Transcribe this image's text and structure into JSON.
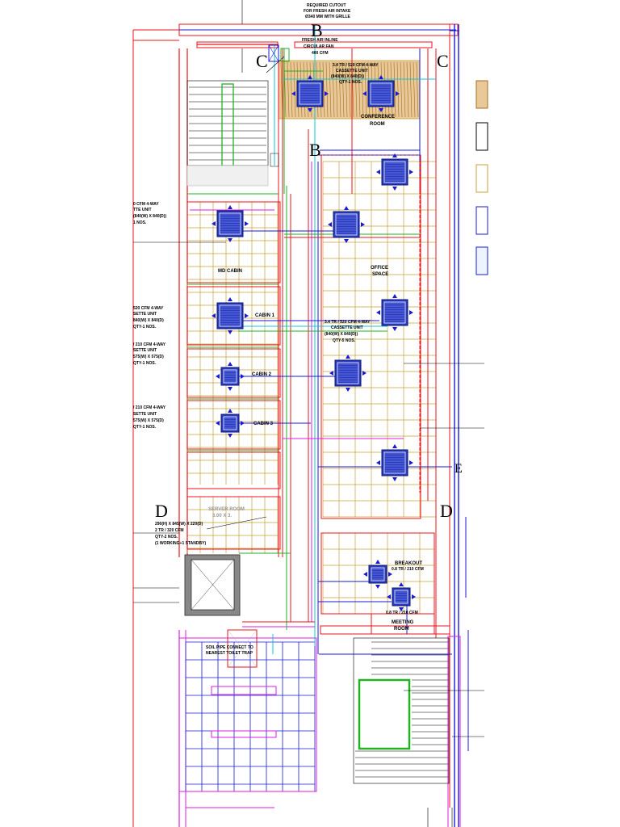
{
  "drawing": {
    "section_marks": {
      "b_top": "B",
      "b_mid": "B",
      "c_left": "C",
      "c_right": "C",
      "d_left": "D",
      "d_right": "D",
      "e_right": "E"
    },
    "notes": {
      "cutout_1": "REQUIRED CUTOUT",
      "cutout_2": "FOR FRESH AIR INTAKE",
      "cutout_3": "Ø340 MM WITH GRILLE",
      "fan_1": "FRESH AIR INLINE",
      "fan_2": "CIRCULAR FAN",
      "fan_3": "400 CFM",
      "conf_unit_1": "3.4 TR / 520 CFM 4-WAY",
      "conf_unit_2": "CASSETTE UNIT",
      "conf_unit_3": "(840(W) X 840(D))",
      "conf_unit_4": "QTY-1 NOS.",
      "office_unit_1": "3.4 TR / 520 CFM 4-WAY",
      "office_unit_2": "CASSETTE UNIT",
      "office_unit_3": "(840(W) X 840(D))",
      "office_unit_4": "QTY-5 NOS.",
      "md_unit_1": "0 CFM 4-WAY",
      "md_unit_2": "TTE UNIT",
      "md_unit_3": "(840(W) X 840(D))",
      "md_unit_4": "1 NOS.",
      "c1_unit_1": "520 CFM 4-WAY",
      "c1_unit_2": "SETTE UNIT",
      "c1_unit_3": "840(W) X 840(D)",
      "c1_unit_4": "QTY-1 NOS.",
      "c2_unit_1": "/ 210 CFM 4-WAY",
      "c2_unit_2": "SETTE UNIT",
      "c2_unit_3": "575(W) X 575(D)",
      "c2_unit_4": "QTY-1 NOS.",
      "c3_unit_1": "/ 210 CFM 4-WAY",
      "c3_unit_2": "SETTE UNIT",
      "c3_unit_3": "575(W) X 575(D)",
      "c3_unit_4": "QTY-1 NOS.",
      "server_1": "290(H) X 845(W) X 220(D)",
      "server_2": "2 TR / 320 CFM",
      "server_3": "QTY-2 NOS.",
      "server_4": "(1 WORKING+1 STANDBY)",
      "drain_1": "SOIL PIPE CONNECT TO",
      "drain_2": "NEAREST TOILET TRAP",
      "breakout_unit": "0.8 TR / 210 CFM",
      "meeting_unit": "0.8 TR / 210 CFM"
    },
    "rooms": {
      "conference_1": "CONFERENCE",
      "conference_2": "ROOM",
      "md_cabin": "MD CABIN",
      "office_1": "OFFICE",
      "office_2": "SPACE",
      "cabin_1": "CABIN 1",
      "cabin_2": "CABIN 2",
      "cabin_3": "CABIN 3",
      "server_1": "SERVER ROOM",
      "server_2": "3.00 X 3.",
      "breakout": "BREAKOUT",
      "meeting_1": "MEETING",
      "meeting_2": "ROOM"
    },
    "colors": {
      "wall_red": "#e8141b",
      "duct_blue": "#1a1ad6",
      "grid_yellow": "#c8a03a",
      "green": "#21b321",
      "magenta": "#e01ee0",
      "cyan": "#10c8d8",
      "cassette": "#1b2fa8"
    }
  }
}
